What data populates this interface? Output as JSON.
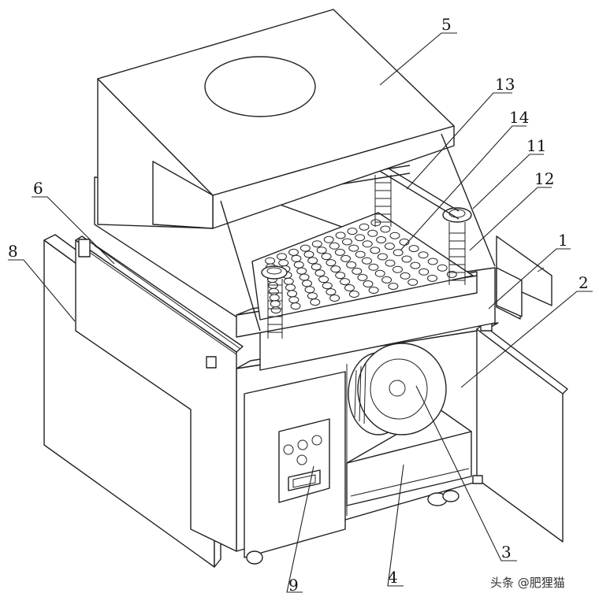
{
  "callouts": [
    {
      "id": "1",
      "label": "1"
    },
    {
      "id": "2",
      "label": "2"
    },
    {
      "id": "3",
      "label": "3"
    },
    {
      "id": "4",
      "label": "4"
    },
    {
      "id": "5",
      "label": "5"
    },
    {
      "id": "6",
      "label": "6"
    },
    {
      "id": "8",
      "label": "8"
    },
    {
      "id": "9",
      "label": "9"
    },
    {
      "id": "11",
      "label": "11"
    },
    {
      "id": "12",
      "label": "12"
    },
    {
      "id": "13",
      "label": "13"
    },
    {
      "id": "14",
      "label": "14"
    }
  ],
  "watermark": "头条 @肥狸猫",
  "colors": {
    "line": "#222222",
    "background": "#ffffff"
  }
}
